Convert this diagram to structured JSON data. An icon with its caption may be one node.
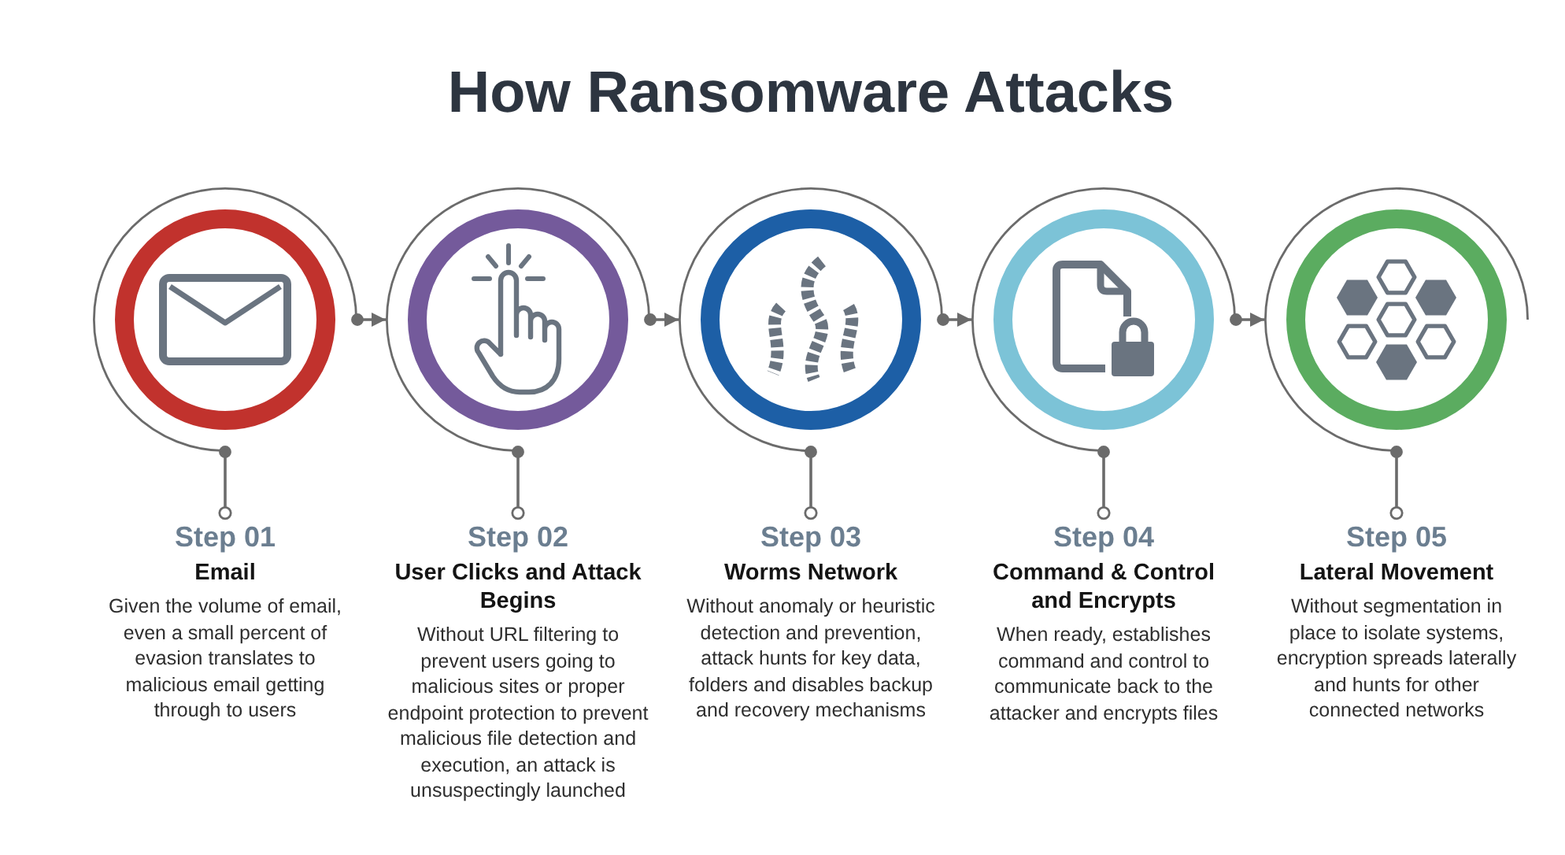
{
  "diagram": {
    "title": "How Ransomware Attacks",
    "nodes": [
      {
        "text": [],
        "shape": "circle"
      },
      {
        "text": [],
        "shape": "circle"
      },
      {
        "text": [],
        "shape": "circle"
      },
      {
        "text": [],
        "shape": "circle"
      },
      {
        "text": [],
        "shape": "circle"
      },
      {
        "text": [
          "Step 01",
          "Email",
          "Given the volume of email, even a small percent of evasion translates to malicious email getting through to users"
        ]
      },
      {
        "text": [
          "Step 02",
          "User Clicks and Attack Begins",
          "Without URL filtering to prevent users going to malicious sites or proper endpoint protection to prevent malicious file detection and execution, an attack is unsuspectingly launched"
        ]
      },
      {
        "text": [
          "Step 03",
          "Worms Network",
          "Without anomaly or heuristic detection and prevention, attack hunts for key data, folders and disables backup and recovery mechanisms"
        ]
      },
      {
        "text": [
          "Step 04",
          "Command & Control and Encrypts",
          "When ready, establishes command and control to communicate back to the attacker and encrypts files"
        ]
      },
      {
        "text": [
          "Step 05",
          "Lateral Movement",
          "Without segmentation in place to isolate systems, encryption spreads laterally and hunts for other connected networks"
        ]
      }
    ],
    "edges": [
      {
        "from": 0,
        "to": 1,
        "arrow": "to"
      },
      {
        "from": 1,
        "to": 2,
        "arrow": "to"
      },
      {
        "from": 2,
        "to": 3,
        "arrow": "to"
      },
      {
        "from": 3,
        "to": 4,
        "arrow": "to"
      },
      {
        "from": 0,
        "to": 5,
        "arrow": "other"
      },
      {
        "from": 1,
        "to": 6,
        "arrow": "other"
      },
      {
        "from": 2,
        "to": 7,
        "arrow": "other"
      },
      {
        "from": 3,
        "to": 8,
        "arrow": "other"
      },
      {
        "from": 4,
        "to": 9,
        "arrow": "other"
      }
    ]
  }
}
